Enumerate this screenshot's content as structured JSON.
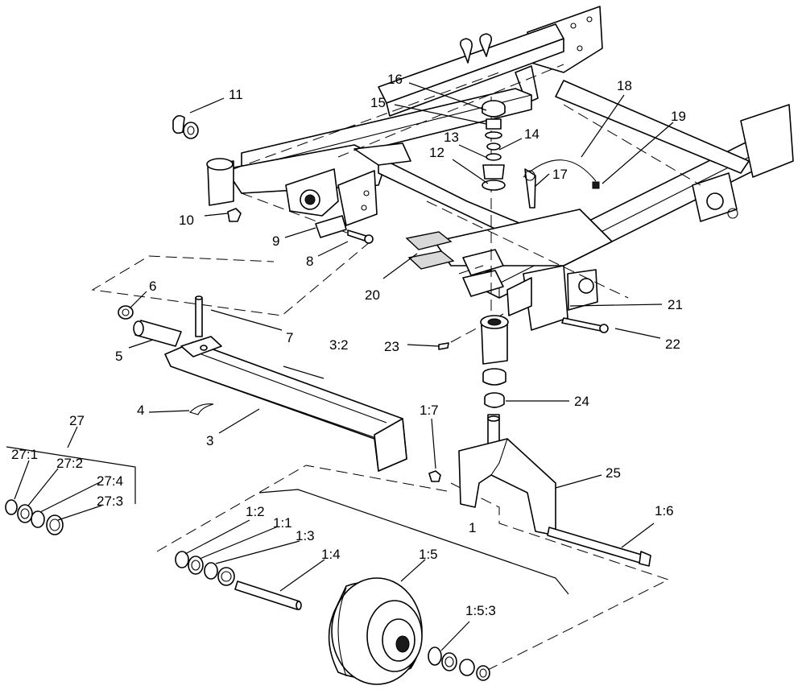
{
  "labels": {
    "l1": "1",
    "l1_1": "1:1",
    "l1_2": "1:2",
    "l1_3": "1:3",
    "l1_4": "1:4",
    "l1_5": "1:5",
    "l1_5_3": "1:5:3",
    "l1_6": "1:6",
    "l1_7": "1:7",
    "l3": "3",
    "l3_2": "3:2",
    "l4": "4",
    "l5": "5",
    "l6": "6",
    "l7": "7",
    "l8": "8",
    "l9": "9",
    "l10": "10",
    "l11": "11",
    "l12": "12",
    "l13": "13",
    "l14": "14",
    "l15": "15",
    "l16": "16",
    "l17": "17",
    "l18": "18",
    "l19": "19",
    "l20": "20",
    "l21": "21",
    "l22": "22",
    "l23": "23",
    "l24": "24",
    "l25": "25",
    "l27": "27",
    "l27_1": "27:1",
    "l27_2": "27:2",
    "l27_3": "27:3",
    "l27_4": "27:4"
  }
}
